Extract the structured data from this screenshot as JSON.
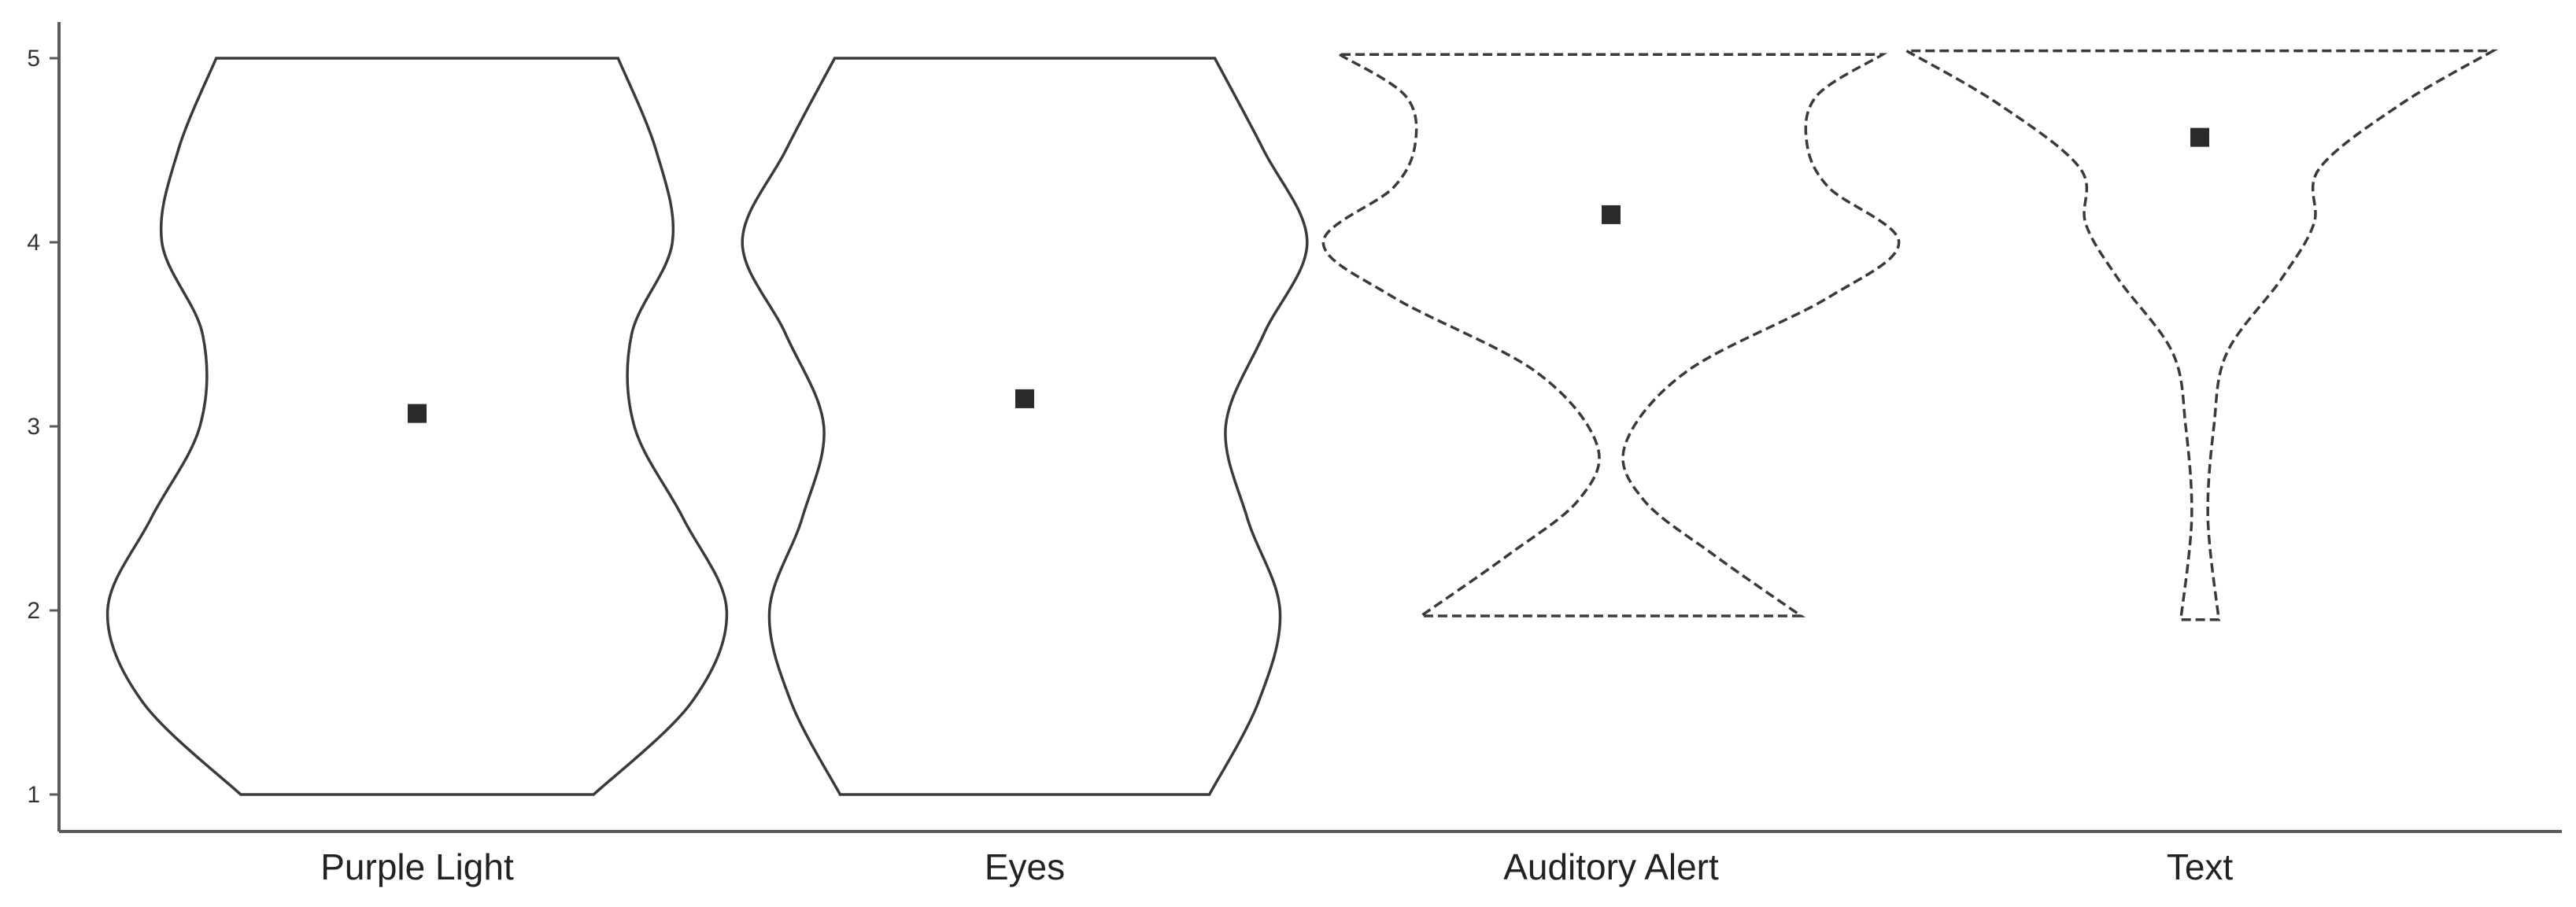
{
  "chart_data": {
    "type": "violin",
    "title": "",
    "xlabel": "",
    "ylabel": "",
    "ylim": [
      1,
      5
    ],
    "yticks": [
      "1",
      "2",
      "3",
      "4",
      "5"
    ],
    "categories": [
      "Purple Light",
      "Eyes",
      "Auditory Alert",
      "Text"
    ],
    "means": [
      3.07,
      3.15,
      4.15,
      4.57
    ],
    "ranges": [
      [
        1,
        5
      ],
      [
        1,
        5
      ],
      [
        1.97,
        5.02
      ],
      [
        1.95,
        5.04
      ]
    ],
    "outline_style": [
      "solid",
      "solid",
      "dashed",
      "dashed"
    ],
    "density_profiles": [
      [
        [
          1.0,
          0.325
        ],
        [
          1.5,
          0.505
        ],
        [
          2.0,
          0.57
        ],
        [
          2.5,
          0.49
        ],
        [
          3.0,
          0.4
        ],
        [
          3.5,
          0.395
        ],
        [
          4.0,
          0.47
        ],
        [
          4.5,
          0.44
        ],
        [
          5.0,
          0.37
        ]
      ],
      [
        [
          1.0,
          0.34
        ],
        [
          1.5,
          0.43
        ],
        [
          2.0,
          0.47
        ],
        [
          2.5,
          0.41
        ],
        [
          3.0,
          0.37
        ],
        [
          3.5,
          0.44
        ],
        [
          4.0,
          0.52
        ],
        [
          4.5,
          0.44
        ],
        [
          5.0,
          0.35
        ]
      ],
      [
        [
          1.97,
          0.35
        ],
        [
          2.3,
          0.19
        ],
        [
          2.6,
          0.06
        ],
        [
          2.9,
          0.026
        ],
        [
          3.3,
          0.14
        ],
        [
          3.7,
          0.4
        ],
        [
          4.0,
          0.53
        ],
        [
          4.3,
          0.4
        ],
        [
          4.55,
          0.36
        ],
        [
          4.8,
          0.38
        ],
        [
          5.02,
          0.5
        ]
      ],
      [
        [
          1.95,
          0.035
        ],
        [
          2.5,
          0.015
        ],
        [
          3.0,
          0.026
        ],
        [
          3.4,
          0.05
        ],
        [
          3.8,
          0.15
        ],
        [
          4.1,
          0.21
        ],
        [
          4.4,
          0.22
        ],
        [
          4.75,
          0.37
        ],
        [
          5.04,
          0.54
        ]
      ]
    ],
    "grid": false,
    "legend": "none"
  }
}
